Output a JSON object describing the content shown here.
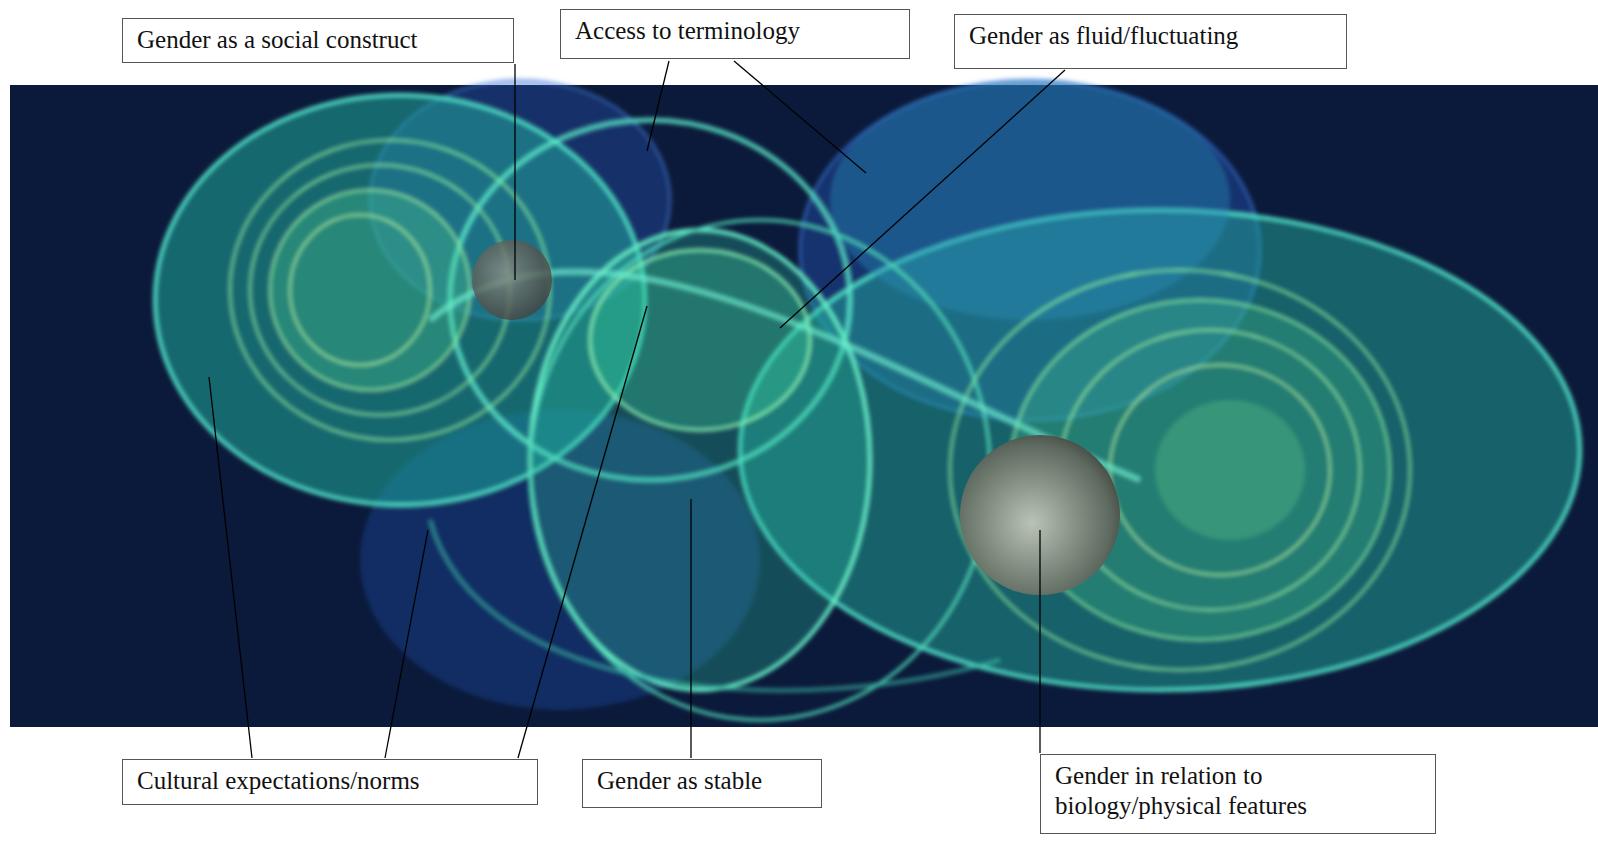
{
  "diagram": {
    "nodes": [
      {
        "text": [
          "Gender as a social construct"
        ]
      },
      {
        "text": [
          "Access to terminology"
        ]
      },
      {
        "text": [
          "Gender as fluid/fluctuating"
        ]
      },
      {
        "text": [
          "Cultural expectations/norms"
        ]
      },
      {
        "text": [
          "Gender as stable"
        ]
      },
      {
        "text": [
          "Gender in relation to biology/physical features"
        ]
      }
    ]
  }
}
